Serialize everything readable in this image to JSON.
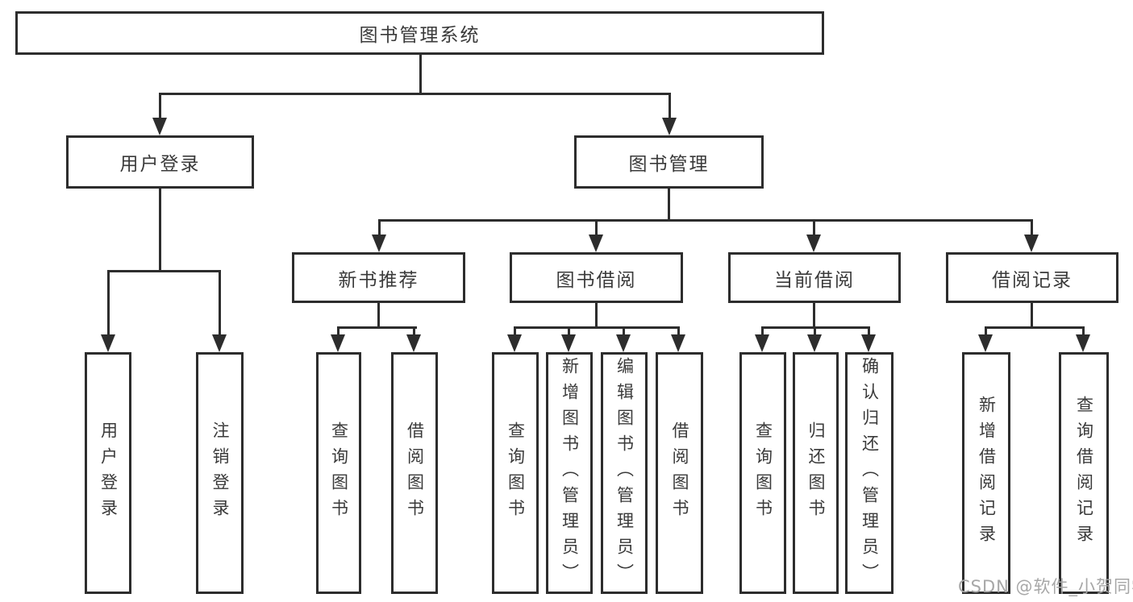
{
  "tree": {
    "root": {
      "label": "图书管理系统"
    },
    "branches": [
      {
        "label": "用户登录",
        "children": [
          {
            "label": "用户登录"
          },
          {
            "label": "注销登录"
          }
        ]
      },
      {
        "label": "图书管理",
        "children": [
          {
            "label": "新书推荐",
            "children": [
              {
                "label": "查询图书"
              },
              {
                "label": "借阅图书"
              }
            ]
          },
          {
            "label": "图书借阅",
            "children": [
              {
                "label": "查询图书"
              },
              {
                "label": "新增图书（管理员）"
              },
              {
                "label": "编辑图书（管理员）"
              },
              {
                "label": "借阅图书"
              }
            ]
          },
          {
            "label": "当前借阅",
            "children": [
              {
                "label": "查询图书"
              },
              {
                "label": "归还图书"
              },
              {
                "label": "确认归还（管理员）"
              }
            ]
          },
          {
            "label": "借阅记录",
            "children": [
              {
                "label": "新增借阅记录"
              },
              {
                "label": "查询借阅记录"
              }
            ]
          }
        ]
      }
    ]
  },
  "watermark": {
    "text": "CSDN @软件_小贺同学"
  },
  "colors": {
    "background": "#ffffff",
    "line": "#2d2d2d",
    "box_border": "#2d2d2d",
    "text": "#3a3a3a",
    "watermark": "#a7a7a7"
  }
}
